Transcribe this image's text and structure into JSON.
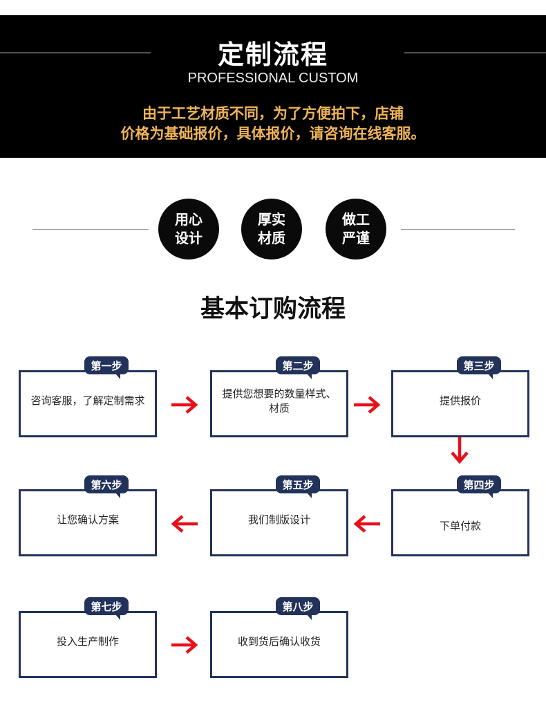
{
  "header": {
    "title": "定制流程",
    "subtitle": "PROFESSIONAL CUSTOM",
    "note_line1": "由于工艺材质不同，为了方便拍下，店铺",
    "note_line2": "价格为基础报价，具体报价，请咨询在线客服。"
  },
  "features": [
    {
      "l1": "用心",
      "l2": "设计"
    },
    {
      "l1": "厚实",
      "l2": "材质"
    },
    {
      "l1": "做工",
      "l2": "严谨"
    }
  ],
  "process": {
    "title": "基本订购流程",
    "steps": [
      {
        "badge": "第一步",
        "text": "咨询客服，了解定制需求"
      },
      {
        "badge": "第二步",
        "text": "提供您想要的数量样式、材质"
      },
      {
        "badge": "第三步",
        "text": "提供报价"
      },
      {
        "badge": "第四步",
        "text": "下单付款"
      },
      {
        "badge": "第五步",
        "text": "我们制版设计"
      },
      {
        "badge": "第六步",
        "text": "让您确认方案"
      },
      {
        "badge": "第七步",
        "text": "投入生产制作"
      },
      {
        "badge": "第八步",
        "text": "收到货后确认收货"
      }
    ]
  },
  "colors": {
    "navy": "#22325a",
    "arrow": "#e8101a",
    "gold": "#f0b458"
  }
}
